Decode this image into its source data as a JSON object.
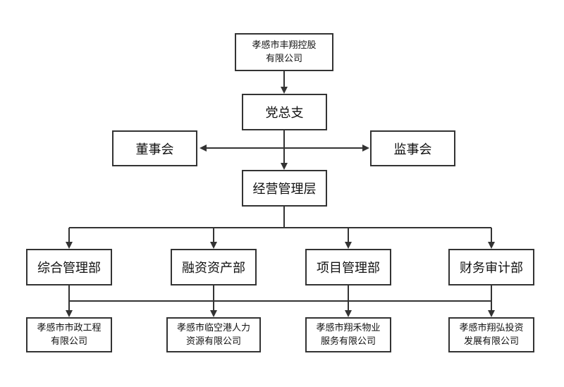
{
  "nodes": {
    "top": "孝感市丰翔控股\n有限公司",
    "party": "党总支",
    "board": "董事会",
    "supervisory": "监事会",
    "management": "经营管理层",
    "dept1": "综合管理部",
    "dept2": "融资资产部",
    "dept3": "项目管理部",
    "dept4": "财务审计部",
    "sub1": "孝感市市政工程\n有限公司",
    "sub2": "孝感市临空港人力\n资源有限公司",
    "sub3": "孝感市翔禾物业\n服务有限公司",
    "sub4": "孝感市翔弘投资\n发展有限公司"
  }
}
